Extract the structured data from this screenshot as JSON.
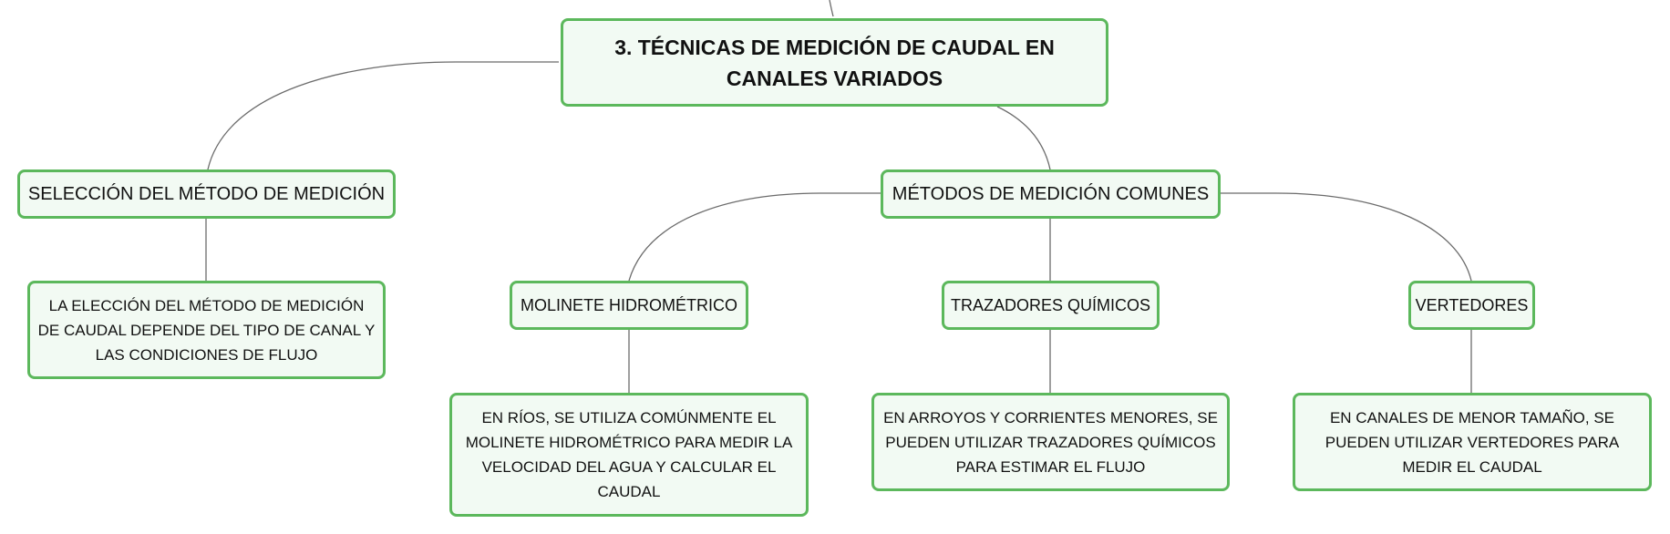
{
  "mindmap": {
    "root": "3. TÉCNICAS DE MEDICIÓN DE CAUDAL EN CANALES VARIADOS",
    "seleccion": {
      "title": "SELECCIÓN DEL MÉTODO DE MEDICIÓN",
      "detail": "LA ELECCIÓN DEL MÉTODO DE MEDICIÓN DE CAUDAL DEPENDE DEL TIPO DE CANAL Y LAS CONDICIONES DE FLUJO"
    },
    "metodos": {
      "title": "MÉTODOS DE MEDICIÓN COMUNES",
      "molinete": {
        "title": "MOLINETE HIDROMÉTRICO",
        "detail": "EN RÍOS, SE UTILIZA COMÚNMENTE EL MOLINETE HIDROMÉTRICO PARA MEDIR LA VELOCIDAD DEL AGUA Y CALCULAR EL CAUDAL"
      },
      "trazadores": {
        "title": "TRAZADORES QUÍMICOS",
        "detail": "EN ARROYOS Y CORRIENTES MENORES, SE PUEDEN UTILIZAR TRAZADORES QUÍMICOS PARA ESTIMAR EL FLUJO"
      },
      "vertedores": {
        "title": "VERTEDORES",
        "detail": "EN CANALES DE MENOR TAMAÑO, SE PUEDEN UTILIZAR VERTEDORES PARA MEDIR EL CAUDAL"
      }
    }
  },
  "colors": {
    "node_border": "#5cb85c",
    "node_fill": "#f2faf3",
    "connector": "#6b6b6b"
  }
}
